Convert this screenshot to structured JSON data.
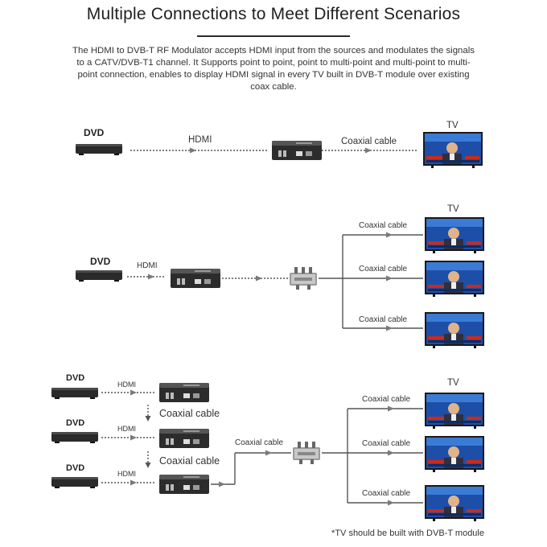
{
  "header": {
    "title": "Multiple Connections to Meet Different Scenarios",
    "intro": "The HDMI to DVB-T RF Modulator accepts HDMI input from the sources and modulates the signals to a CATV/DVB-T1 channel. It Supports point to point, point to multi-point and multi-point to multi-point connection, enables to display HDMI signal in every TV built in DVB-T module over existing coax cable."
  },
  "labels": {
    "dvd": "DVD",
    "hdmi": "HDMI",
    "coax": "Coaxial cable",
    "tv": "TV"
  },
  "footnote": "*TV should be built with DVB-T module",
  "colors": {
    "device": "#2b2b2b",
    "arrow": "#7a7a7a",
    "tv_screen": "#1e4fa8"
  }
}
